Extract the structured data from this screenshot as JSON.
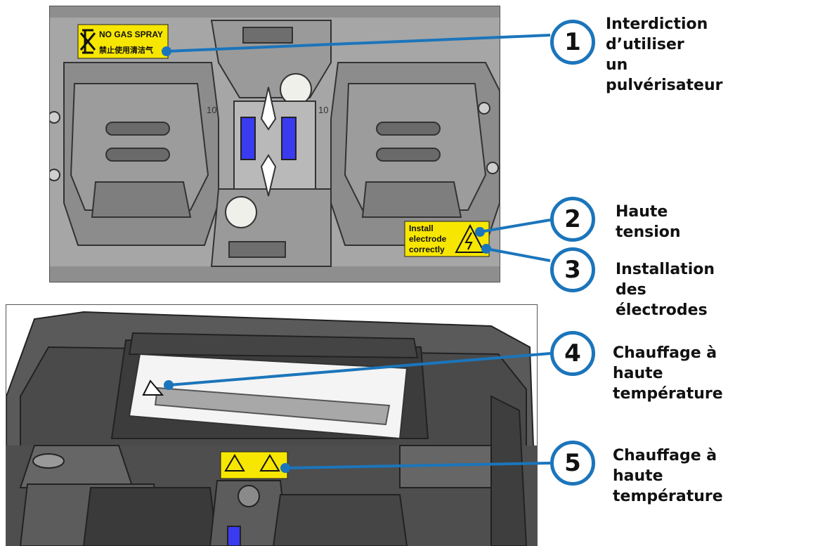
{
  "figure_top": {
    "no_gas_label": "NO GAS SPRAY",
    "no_gas_label_cn": "禁止使用清洁气",
    "scale_left": "10",
    "scale_right": "10",
    "electrode_label": [
      "Install",
      "electrode",
      "correctly"
    ]
  },
  "callouts": [
    {
      "number": "1",
      "label": "Interdiction d’utiliser\nun pulvérisateur"
    },
    {
      "number": "2",
      "label": "Haute tension"
    },
    {
      "number": "3",
      "label": "Installation des\nélectrodes"
    },
    {
      "number": "4",
      "label": "Chauffage à haute\ntempérature"
    },
    {
      "number": "5",
      "label": "Chauffage à haute\ntempérature"
    }
  ],
  "colors": {
    "callout_blue": "#1b75bb",
    "sticker_yellow": "#f7e600",
    "v_groove_blue": "#3a3af0"
  }
}
